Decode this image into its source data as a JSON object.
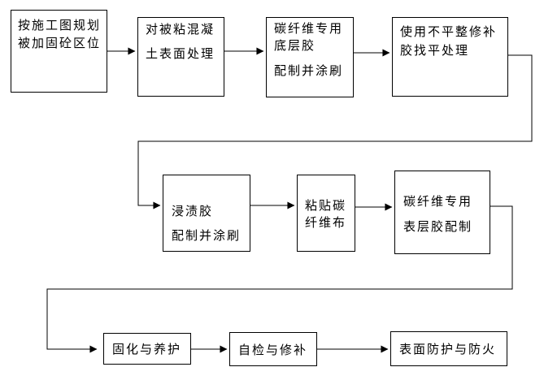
{
  "diagram": {
    "background_color": "#ffffff",
    "line_color": "#000000",
    "box_fill": "#ffffff",
    "nodes": [
      {
        "id": "plan-reinforced-area",
        "lines": [
          "按施工图规划",
          "被加固砼区位"
        ]
      },
      {
        "id": "surface-treatment",
        "lines": [
          "对被粘混凝",
          "土表面处理"
        ]
      },
      {
        "id": "primer-adhesive",
        "lines": [
          "碳纤维专用",
          "底层胶",
          "配制并涂刷"
        ]
      },
      {
        "id": "leveling-repair",
        "lines": [
          "使用不平整修补",
          "胶找平处理"
        ]
      },
      {
        "id": "impregnating-adhesive",
        "lines": [
          "浸渍胶",
          "配制并涂刷"
        ]
      },
      {
        "id": "paste-carbon-fiber",
        "lines": [
          "粘贴碳",
          "纤维布"
        ]
      },
      {
        "id": "topcoat-adhesive",
        "lines": [
          "碳纤维专用",
          "表层胶配制"
        ]
      },
      {
        "id": "curing-maintenance",
        "lines": [
          "固化与养护"
        ]
      },
      {
        "id": "self-inspection-repair",
        "lines": [
          "自检与修补"
        ]
      },
      {
        "id": "surface-fire-protection",
        "lines": [
          "表面防护与防火"
        ]
      }
    ],
    "edges": [
      {
        "from": "plan-reinforced-area",
        "to": "surface-treatment"
      },
      {
        "from": "surface-treatment",
        "to": "primer-adhesive"
      },
      {
        "from": "primer-adhesive",
        "to": "leveling-repair"
      },
      {
        "from": "leveling-repair",
        "to": "impregnating-adhesive"
      },
      {
        "from": "impregnating-adhesive",
        "to": "paste-carbon-fiber"
      },
      {
        "from": "paste-carbon-fiber",
        "to": "topcoat-adhesive"
      },
      {
        "from": "topcoat-adhesive",
        "to": "curing-maintenance"
      },
      {
        "from": "curing-maintenance",
        "to": "self-inspection-repair"
      },
      {
        "from": "self-inspection-repair",
        "to": "surface-fire-protection"
      }
    ]
  }
}
